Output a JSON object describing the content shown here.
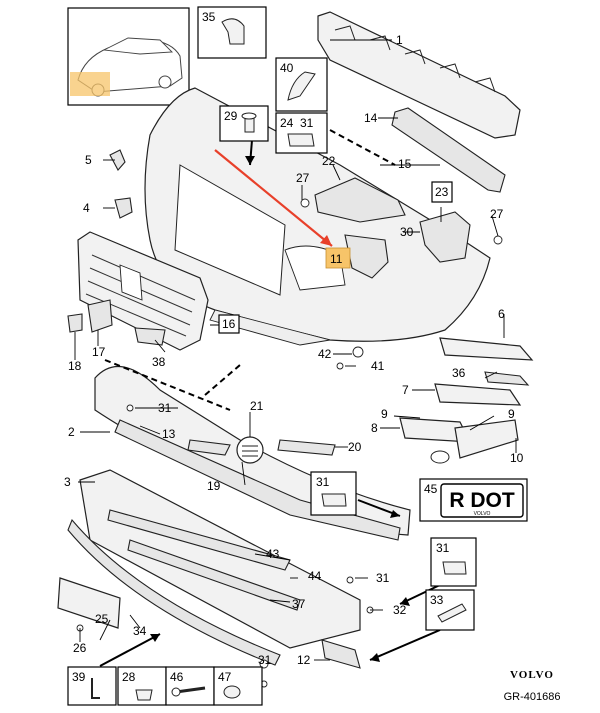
{
  "diagram": {
    "reference_code": "GR-401686",
    "brand": "VOLVO",
    "plate_text": "R DOT",
    "plate_small_text": "VOLVO",
    "highlight_color": "#f7c469",
    "arrow_color": "#e8402a",
    "labels": {
      "p1": "1",
      "p2": "2",
      "p3": "3",
      "p4": "4",
      "p5": "5",
      "p6": "6",
      "p7": "7",
      "p8": "8",
      "p9a": "9",
      "p9b": "9",
      "p10": "10",
      "p11": "11",
      "p12": "12",
      "p13": "13",
      "p14": "14",
      "p15": "15",
      "p16": "16",
      "p17": "17",
      "p18": "18",
      "p19": "19",
      "p20": "20",
      "p21": "21",
      "p22": "22",
      "p23": "23",
      "p24": "24",
      "p25": "25",
      "p26": "26",
      "p27a": "27",
      "p27b": "27",
      "p28": "28",
      "p29": "29",
      "p30": "30",
      "p31a": "31",
      "p31b": "31",
      "p31c": "31",
      "p31d": "31",
      "p31e": "31",
      "p31f": "31",
      "p32": "32",
      "p33": "33",
      "p34": "34",
      "p35": "35",
      "p36": "36",
      "p37": "37",
      "p38": "38",
      "p39": "39",
      "p40": "40",
      "p41": "41",
      "p42": "42",
      "p43": "43",
      "p44": "44",
      "p45": "45",
      "p46": "46",
      "p47": "47"
    }
  }
}
